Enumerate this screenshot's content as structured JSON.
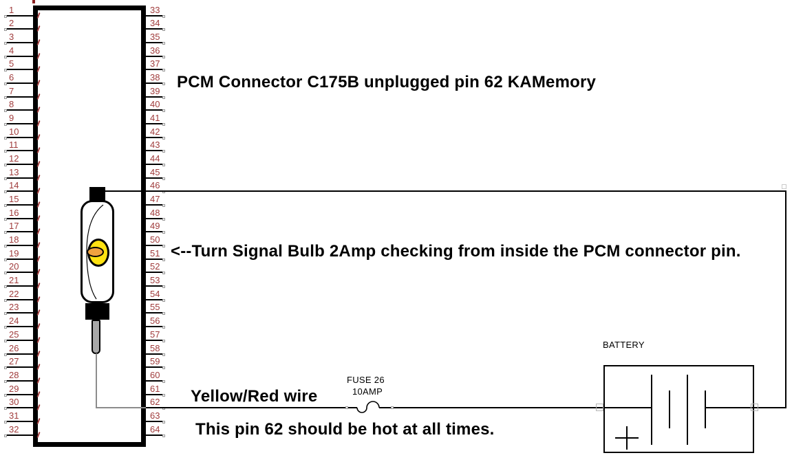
{
  "labels": {
    "title": "PCM Connector C175B unplugged pin 62 KAMemory",
    "bulb_note": "<--Turn Signal Bulb 2Amp checking from inside the PCM connector pin.",
    "wire_color": "Yellow/Red wire",
    "hot_note": "This pin 62 should be hot at all times.",
    "fuse_name": "FUSE 26",
    "fuse_rating": "10AMP",
    "battery": "BATTERY",
    "battery_polarity": "+"
  },
  "connector": {
    "left_pins": [
      1,
      2,
      3,
      4,
      5,
      6,
      7,
      8,
      9,
      10,
      11,
      12,
      13,
      14,
      15,
      16,
      17,
      18,
      19,
      20,
      21,
      22,
      23,
      24,
      25,
      26,
      27,
      28,
      29,
      30,
      31,
      32
    ],
    "right_pins": [
      33,
      34,
      35,
      36,
      37,
      38,
      39,
      40,
      41,
      42,
      43,
      44,
      45,
      46,
      47,
      48,
      49,
      50,
      51,
      52,
      53,
      54,
      55,
      56,
      57,
      58,
      59,
      60,
      61,
      62,
      63,
      64
    ]
  },
  "colors": {
    "pin_number": "#A03C3C",
    "wire_gray": "#8C8C8C",
    "bulb_yellow": "#FFE212",
    "filament_orange": "#EFA23F"
  }
}
